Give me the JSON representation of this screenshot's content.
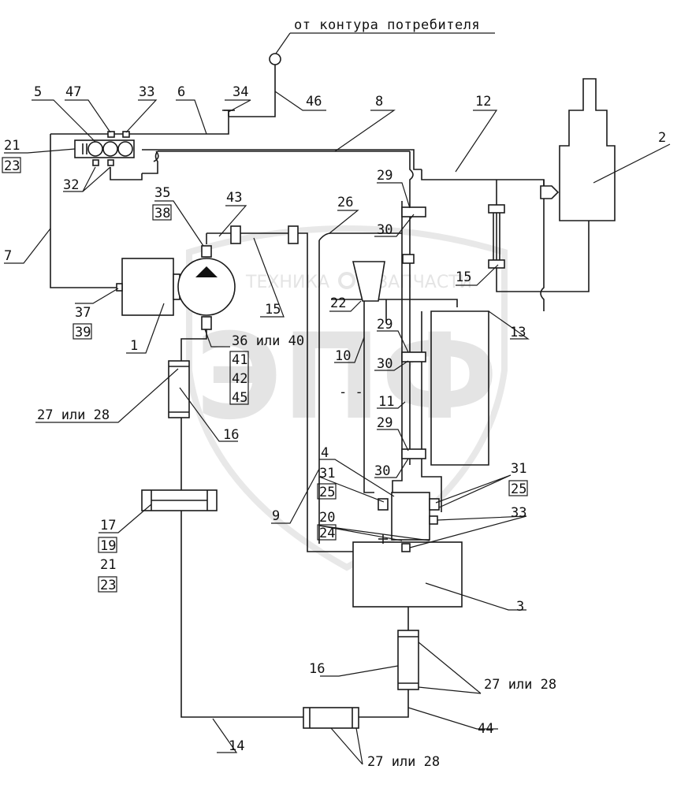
{
  "header_text": "от контура потребителя",
  "watermark": {
    "left": "ТЕХНИКА",
    "right": "ЗАПЧАСТИ",
    "letters": "ЭПФ"
  },
  "labels": {
    "l5": "5",
    "l47": "47",
    "l33a": "33",
    "l6": "6",
    "l34": "34",
    "l46": "46",
    "l8": "8",
    "l12": "12",
    "l2": "2",
    "l21a": "21",
    "l23a": "23",
    "l32": "32",
    "l35": "35",
    "l38": "38",
    "l43": "43",
    "l26": "26",
    "l29a": "29",
    "l30a": "30",
    "l7": "7",
    "l15a": "15",
    "l15b": "15",
    "l22": "22",
    "l37": "37",
    "l39": "39",
    "l1": "1",
    "l36": "36 или 40",
    "l41": "41",
    "l42": "42",
    "l45": "45",
    "l13": "13",
    "l10": "10",
    "l29b": "29",
    "l30b": "30",
    "l11": "11",
    "l27a": "27 или 28",
    "l16a": "16",
    "l29c": "29",
    "l30c": "30",
    "l4": "4",
    "l31a": "31",
    "l25a": "25",
    "l31b": "31",
    "l25b": "25",
    "l9": "9",
    "l17": "17",
    "l19": "19",
    "l21b": "21",
    "l23b": "23",
    "l20": "20",
    "l24": "24",
    "l33b": "33",
    "l3": "3",
    "l16b": "16",
    "l27b": "27 или 28",
    "l14": "14",
    "l44": "44",
    "l27c": "27 или 28"
  }
}
